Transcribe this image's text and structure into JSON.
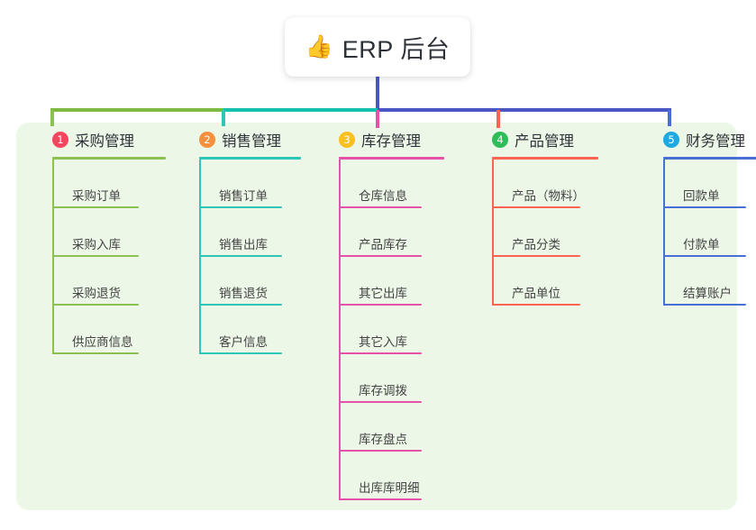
{
  "root": {
    "icon": "thumbs-up-icon",
    "icon_glyph": "👍",
    "title": "ERP 后台"
  },
  "palette": {
    "panel_background": "#edf7e8",
    "page_background": "#ffffff",
    "title_text": "#2d3138",
    "header_text": "#2f3238",
    "leaf_text": "#434343",
    "root_stem": "#4a56c4",
    "bus_green": "#7fb942",
    "bus_teal": "#15c1ad",
    "bus_indigo": "#4a56c4"
  },
  "columns": [
    {
      "index": "1",
      "badge_color": "#f4475f",
      "line_color": "#8cc152",
      "title": "采购管理",
      "items": [
        "采购订单",
        "采购入库",
        "采购退货",
        "供应商信息"
      ]
    },
    {
      "index": "2",
      "badge_color": "#f5903f",
      "line_color": "#2fc6b8",
      "title": "销售管理",
      "items": [
        "销售订单",
        "销售出库",
        "销售退货",
        "客户信息"
      ]
    },
    {
      "index": "3",
      "badge_color": "#f8c020",
      "line_color": "#e652a8",
      "title": "库存管理",
      "items": [
        "仓库信息",
        "产品库存",
        "其它出库",
        "其它入库",
        "库存调拨",
        "库存盘点",
        "出库库明细"
      ]
    },
    {
      "index": "4",
      "badge_color": "#2ebd59",
      "line_color": "#fa6450",
      "title": "产品管理",
      "items": [
        "产品（物料）",
        "产品分类",
        "产品单位"
      ]
    },
    {
      "index": "5",
      "badge_color": "#1eaae0",
      "line_color": "#4a6fd4",
      "title": "财务管理",
      "items": [
        "回款单",
        "付款单",
        "结算账户"
      ]
    }
  ]
}
